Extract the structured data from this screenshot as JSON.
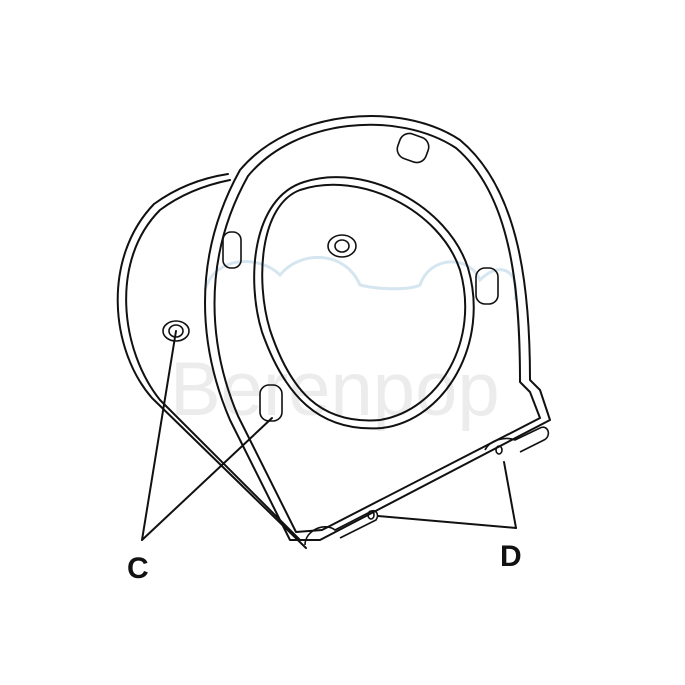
{
  "diagram": {
    "subject": "toilet seat and lid, underside view with hinges",
    "labels": {
      "c": "C",
      "d": "D"
    },
    "watermark": "Berenpop",
    "colors": {
      "line": "#111111",
      "background": "#ffffff",
      "watermark": "#d6e6f0"
    }
  }
}
